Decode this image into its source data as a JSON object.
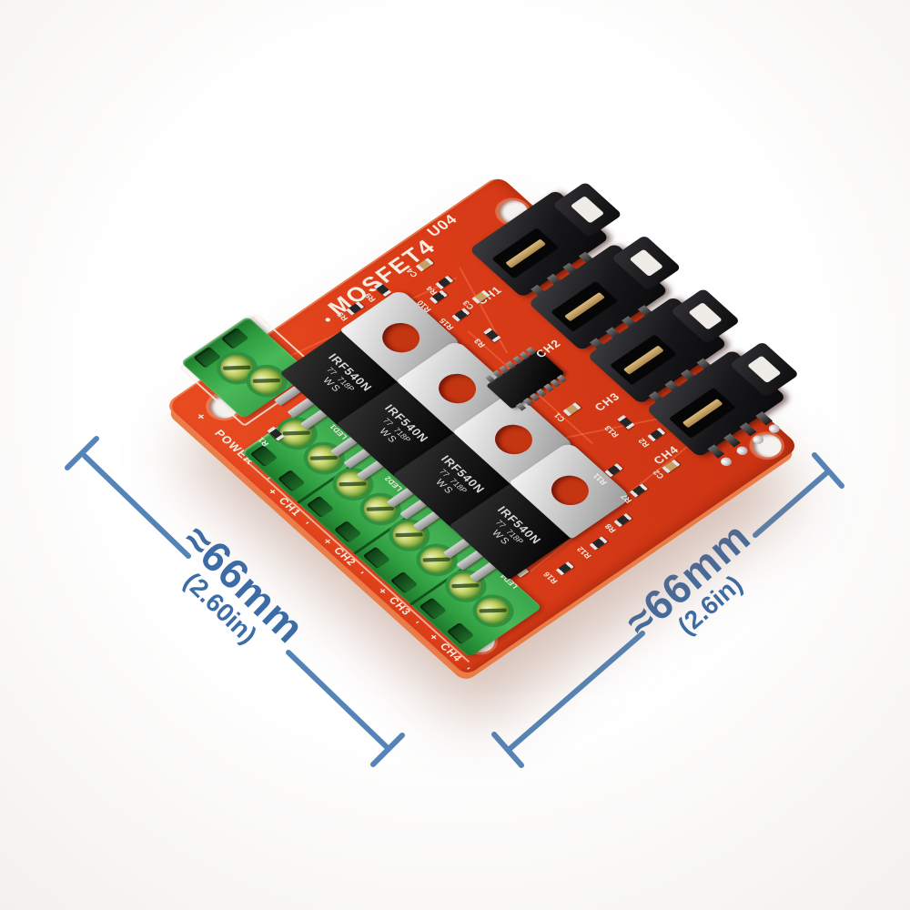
{
  "scene": {
    "description": "Product photo of a red 4-channel MOSFET driver module PCB shown at an angle with blue size dimension callouts"
  },
  "board": {
    "silkscreen": {
      "title": "MOSFET4",
      "designator": "U04"
    },
    "power_terminal": {
      "plus": "+",
      "label": "POWER",
      "minus": "-"
    },
    "channel_terminals": [
      {
        "plus": "+",
        "label": "CH1",
        "minus": "-"
      },
      {
        "plus": "+",
        "label": "CH2",
        "minus": "-"
      },
      {
        "plus": "+",
        "label": "CH3",
        "minus": "-"
      },
      {
        "plus": "+",
        "label": "CH4",
        "minus": "-"
      }
    ],
    "signal_connectors": [
      {
        "label": "CH1"
      },
      {
        "label": "CH2"
      },
      {
        "label": "CH3"
      },
      {
        "label": "CH4"
      }
    ],
    "mosfets": [
      {
        "part": "IRF540N",
        "code": "77",
        "date": "718P",
        "suffix": "WS"
      },
      {
        "part": "IRF540N",
        "code": "77",
        "date": "718P",
        "suffix": "WS"
      },
      {
        "part": "IRF540N",
        "code": "77",
        "date": "718P",
        "suffix": "WS"
      },
      {
        "part": "IRF540N",
        "code": "77",
        "date": "718P",
        "suffix": "WS"
      }
    ],
    "led_refs": [
      "LED1",
      "LED2",
      "LED3",
      "LED4"
    ],
    "smd_refs": [
      "R5",
      "R9",
      "C4",
      "R4",
      "R10",
      "R15",
      "C3",
      "R1",
      "R3",
      "C1",
      "R13",
      "R2",
      "R11",
      "R7",
      "C2",
      "R8",
      "R12",
      "R16"
    ]
  },
  "dimensions": {
    "left": {
      "value": "≈66mm",
      "inches": "(2.60in)"
    },
    "right": {
      "value": "≈66mm",
      "inches": "(2.6in)"
    }
  },
  "colors": {
    "pcb_red": "#d63c17",
    "terminal_green": "#3aa64c",
    "annotation_blue": "#4273a8",
    "mosfet_tab_silver": "#c9c9c9",
    "connector_black": "#1a1a1c",
    "silkscreen_white": "#f6eee3"
  }
}
